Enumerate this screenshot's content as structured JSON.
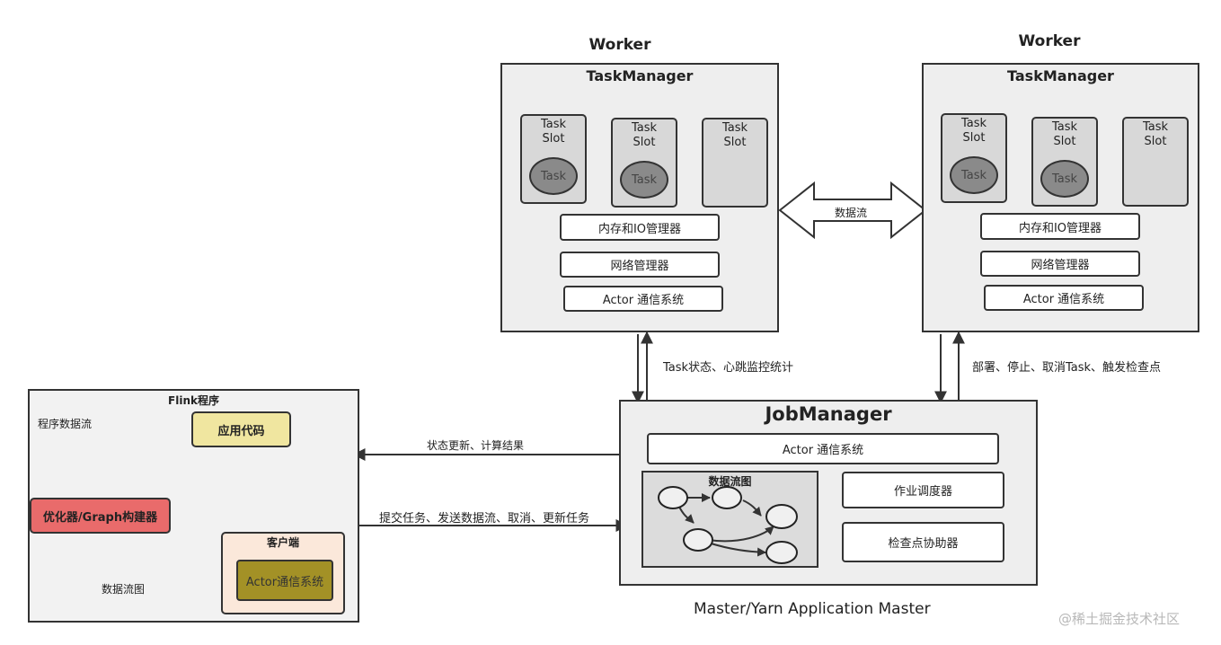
{
  "workers": [
    {
      "worker_label": "Worker",
      "taskmanager_title": "TaskManager",
      "slots": [
        {
          "label_line1": "Task",
          "label_line2": "Slot",
          "task": "Task"
        },
        {
          "label_line1": "Task",
          "label_line2": "Slot",
          "task": "Task"
        },
        {
          "label_line1": "Task",
          "label_line2": "Slot",
          "task": null
        }
      ],
      "memory_io_manager": "内存和IO管理器",
      "network_manager": "网络管理器",
      "actor_system": "Actor 通信系统"
    },
    {
      "worker_label": "Worker",
      "taskmanager_title": "TaskManager",
      "slots": [
        {
          "label_line1": "Task",
          "label_line2": "Slot",
          "task": "Task"
        },
        {
          "label_line1": "Task",
          "label_line2": "Slot",
          "task": "Task"
        },
        {
          "label_line1": "Task",
          "label_line2": "Slot",
          "task": null
        }
      ],
      "memory_io_manager": "内存和IO管理器",
      "network_manager": "网络管理器",
      "actor_system": "Actor 通信系统"
    }
  ],
  "dataflow_arrow_label": "数据流",
  "edge_labels": {
    "task_status": "Task状态、心跳监控统计",
    "deploy": "部署、停止、取消Task、触发检查点",
    "status_update": "状态更新、计算结果",
    "submit": "提交任务、发送数据流、取消、更新任务"
  },
  "jobmanager": {
    "title": "JobManager",
    "actor_system": "Actor 通信系统",
    "dataflow_graph_label": "数据流图",
    "scheduler": "作业调度器",
    "checkpoint_coordinator": "检查点协助器",
    "caption": "Master/Yarn Application Master"
  },
  "flink_program": {
    "title": "Flink程序",
    "program_dataflow_label": "程序数据流",
    "app_code": "应用代码",
    "optimizer": "优化器/Graph构建器",
    "dataflow_graph_label": "数据流图",
    "client": {
      "title": "客户端",
      "actor_system": "Actor通信系统"
    }
  },
  "watermark": "@稀土掘金技术社区",
  "colors": {
    "app_code_fill": "#f0e6a0",
    "optimizer_fill": "#e96b6b",
    "client_fill": "#fbe8da",
    "client_actor_fill": "#a39126",
    "container_fill": "#eeeeee",
    "task_fill": "#8a8a8a",
    "slot_fill": "#d8d8d8"
  }
}
